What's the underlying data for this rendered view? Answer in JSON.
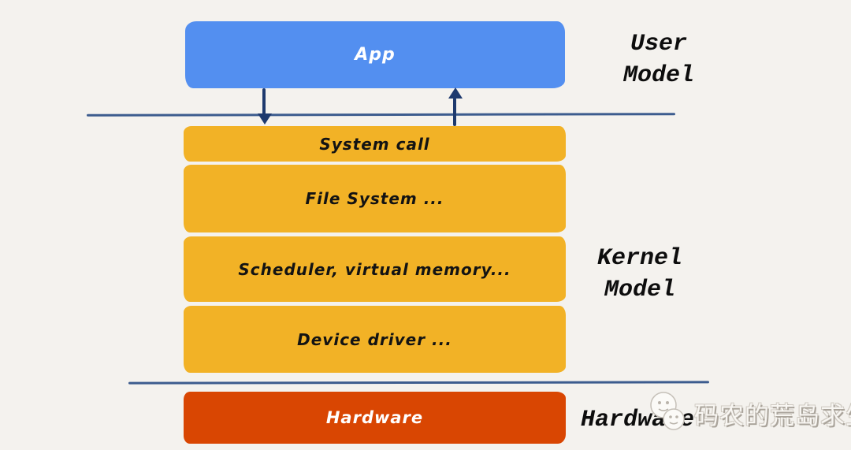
{
  "diagram": {
    "type": "os-architecture-layers",
    "boxes": {
      "app": "App",
      "system_call": "System call",
      "file_system": "File System ...",
      "scheduler": "Scheduler, virtual memory...",
      "device_driver": "Device driver ...",
      "hardware": "Hardware"
    },
    "side_labels": {
      "user_line1": "User",
      "user_line2": "Model",
      "kernel_line1": "Kernel",
      "kernel_line2": "Model",
      "hardware": "Hardware"
    },
    "arrows": [
      {
        "name": "app-to-system-call",
        "direction": "down"
      },
      {
        "name": "system-call-to-app",
        "direction": "up"
      }
    ],
    "colors": {
      "background": "#f4f2ee",
      "app_box": "#538ff0",
      "kernel_boxes": "#f2b226",
      "hardware_box": "#d94602",
      "arrow": "#1e3a6e",
      "divider_line": "#3c5c8e",
      "box_text_dark": "#131313",
      "box_text_light": "#ffffff"
    }
  },
  "watermark": {
    "text": "码农的荒岛求生",
    "icon": "smiley-faces-logo"
  }
}
